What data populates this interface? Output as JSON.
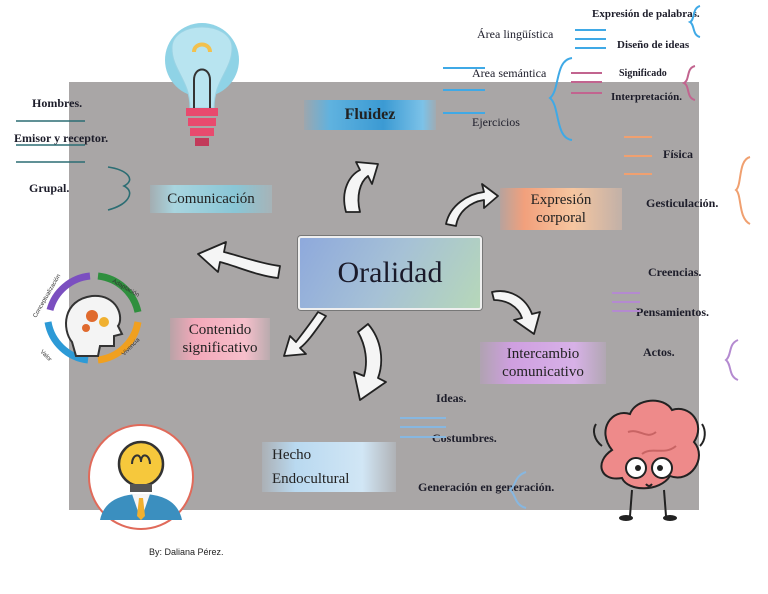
{
  "center": "Oraldad",
  "nodes": {
    "fluidez": "Fluidez",
    "comunicacion": "Comunicación",
    "expresion_line1": "Expresión",
    "expresion_line2": "corporal",
    "contenido_line1": "Contenido",
    "contenido_line2": "significativo",
    "intercambio_line1": "Intercambio",
    "intercambio_line2": "comunicativo",
    "hecho_line1": "Hecho",
    "hecho_line2": "Endocultural"
  },
  "fluidez_items": [
    "Área lingüística",
    "Área semántica",
    "Ejercicios"
  ],
  "linguistica_items": [
    "Expresión de palabras.",
    "Diseño de ideas"
  ],
  "semantica_items": [
    "Significado",
    "Interpretación."
  ],
  "comunicacion_items": [
    "Hombres.",
    "Emisor y receptor.",
    "Grupal."
  ],
  "expresion_items": [
    "Física",
    "Gesticulación."
  ],
  "intercambio_items": [
    "Creencias.",
    "Pensamientos.",
    "Actos."
  ],
  "hecho_items": [
    "Ideas.",
    "Costumbres.",
    "Generación en generación."
  ],
  "cycle_labels": [
    "Conceptualización",
    "Adaptación",
    "Vivencia",
    "Valor"
  ],
  "byline": "By: Daliana Pérez.",
  "colors": {
    "panel": "#a9a6a6",
    "blue_lines": "#3fa9e6",
    "pink_lines": "#c2648f",
    "orange_lines": "#f0a070",
    "purple_lines": "#b48ad0"
  }
}
